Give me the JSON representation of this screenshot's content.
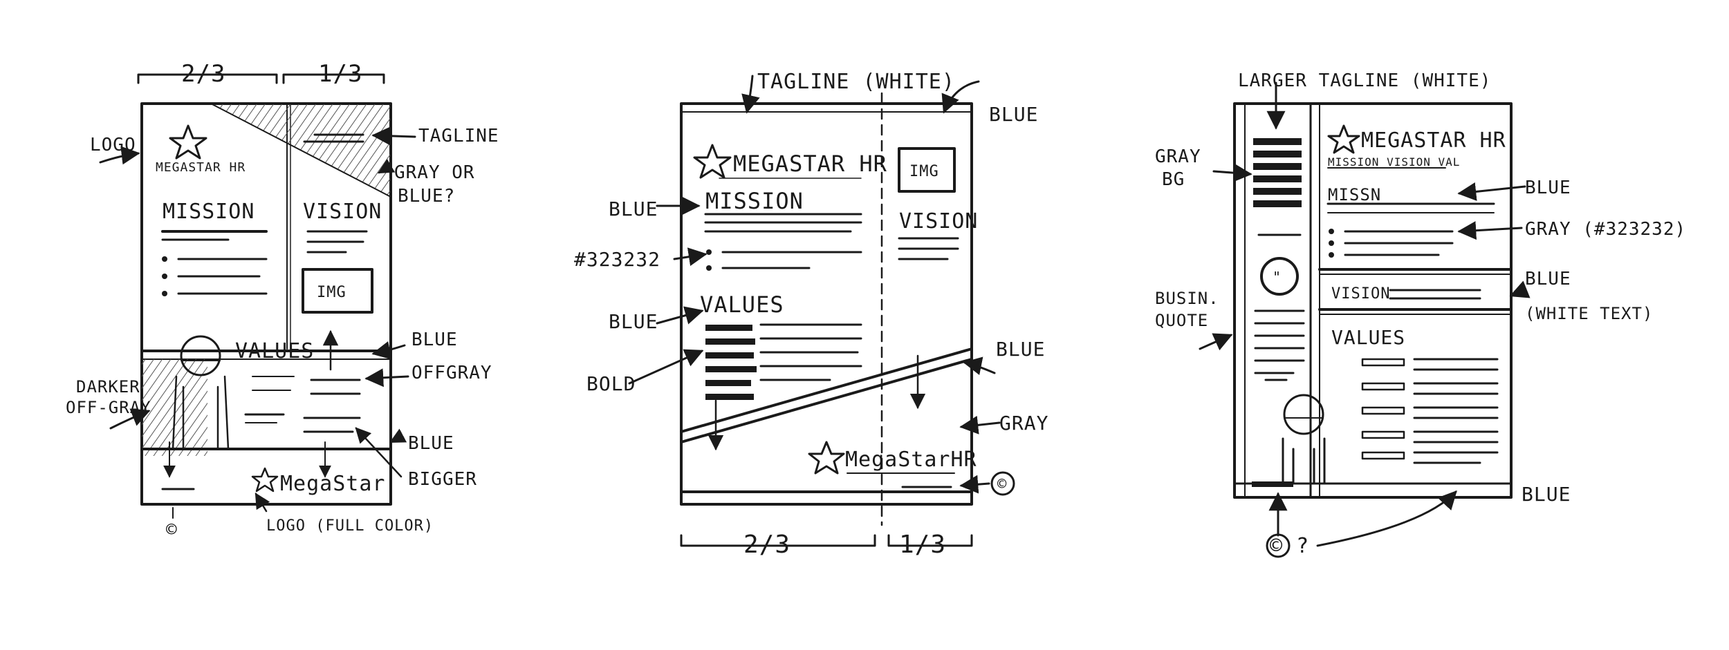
{
  "sketch1": {
    "label_two_thirds": "2/3",
    "label_one_third": "1/3",
    "logo_label": "LOGO",
    "logo_text": "MEGASTAR HR",
    "tagline_label": "TAGLINE",
    "gray_or_blue": "GRAY OR",
    "gray_or_blue_2": "BLUE?",
    "mission": "MISSION",
    "vision": "VISION",
    "img": "IMG",
    "values": "VALUES",
    "blue_1": "BLUE",
    "offgray": "OFFGRAY",
    "darker_offgray_1": "DARKER",
    "darker_offgray_2": "OFF-GRAY",
    "blue_2": "BLUE",
    "bigger": "BIGGER",
    "footer_logo": "MegaStar",
    "logo_full_color": "LOGO (FULL COLOR)",
    "copyright": "©"
  },
  "sketch2": {
    "tagline_white": "TAGLINE (WHITE)",
    "blue_top": "BLUE",
    "logo_text": "MEGASTAR HR",
    "img": "IMG",
    "blue_mission": "BLUE",
    "mission": "MISSION",
    "vision": "VISION",
    "hex_gray": "#323232",
    "blue_values": "BLUE",
    "values": "VALUES",
    "bold": "BOLD",
    "blue_diag": "BLUE",
    "gray": "GRAY",
    "footer_logo": "MegaStarHR",
    "copyright": "©",
    "label_two_thirds": "2/3",
    "label_one_third": "1/3"
  },
  "sketch3": {
    "larger_tagline": "LARGER TAGLINE (WHITE)",
    "gray_bg_1": "GRAY",
    "gray_bg_2": "BG",
    "logo_text": "MEGASTAR HR",
    "subtitle": "MISSION VISION VAL",
    "blue_1": "BLUE",
    "mission": "MISSN",
    "gray_hex": "GRAY (#323232)",
    "busin_1": "BUSIN.",
    "busin_2": "QUOTE",
    "vision": "VISION",
    "blue_2": "BLUE",
    "white_text": "(WHITE TEXT)",
    "values": "VALUES",
    "blue_3": "BLUE",
    "copyright_q": "© ?"
  }
}
